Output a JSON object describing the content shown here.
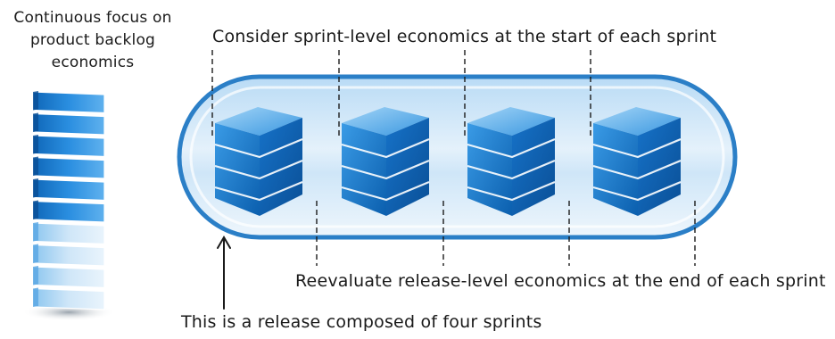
{
  "labels": {
    "backlog_focus_line1": "Continuous focus on",
    "backlog_focus_line2": "product backlog",
    "backlog_focus_line3": "economics",
    "sprint_start": "Consider sprint-level economics at the start of each sprint",
    "sprint_end": "Reevaluate release-level economics at the end of each sprint",
    "release": "This is a release composed of four sprints"
  },
  "sprints": [
    {
      "id": 1
    },
    {
      "id": 2
    },
    {
      "id": 3
    },
    {
      "id": 4
    }
  ],
  "backlog_item_count": 10,
  "colors": {
    "cube_face_dark": "#0a63b5",
    "cube_face_light": "#2c8fdf",
    "cube_top": "#7ec3f3",
    "capsule_border": "#2b7fc7",
    "capsule_fill_top": "#cfe6f8",
    "capsule_fill_bottom": "#eaf4fc",
    "stack_dark": "#1f7fd0",
    "stack_light": "#c9e2f6",
    "text": "#1a1a1a"
  }
}
